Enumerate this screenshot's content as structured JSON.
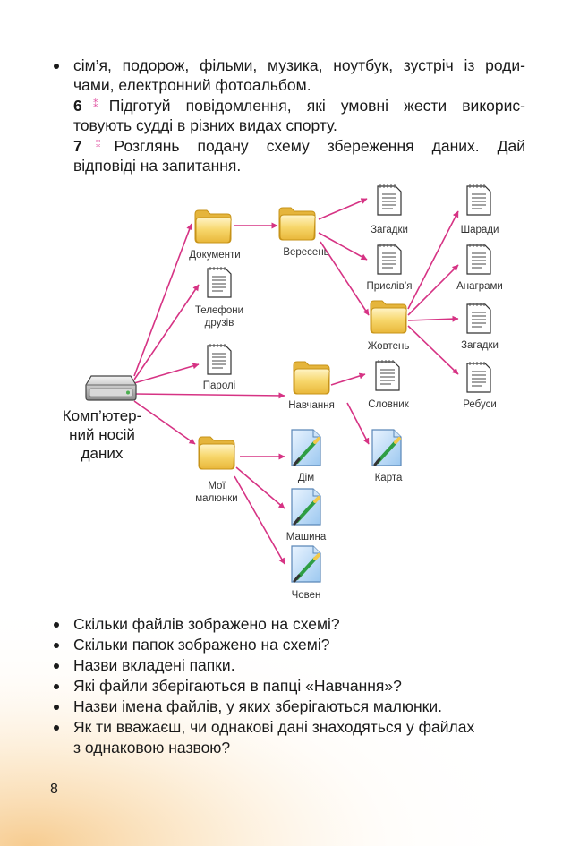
{
  "intro": {
    "line1": "сім’я, подорож, фільми, музика, ноутбук, зустріч із роди-",
    "line2": "чами, електронний фотоальбом."
  },
  "task6": {
    "number": "6",
    "line1": "Підготуй повідомлення, які умовні жести викорис-",
    "line2": "товують судді в різних видах спорту."
  },
  "task7": {
    "number": "7",
    "line1": "Розглянь подану схему збереження даних. Дай",
    "line2": "відповіді на запитання."
  },
  "diagram": {
    "root": {
      "line1": "Комп’ютер-",
      "line2": "ний носій",
      "line3": "даних"
    },
    "documents": "Документи",
    "phones": {
      "line1": "Телефони",
      "line2": "друзів"
    },
    "passwords": "Паролі",
    "study": "Навчання",
    "my_pictures": {
      "line1": "Мої",
      "line2": "малюнки"
    },
    "september": "Вересень",
    "october": "Жовтень",
    "riddles1": "Загадки",
    "proverbs": "Прислів’я",
    "charades": "Шаради",
    "anagrams": "Анаграми",
    "riddles2": "Загадки",
    "rebuses": "Ребуси",
    "dictionary": "Словник",
    "map": "Карта",
    "house": "Дім",
    "car": "Машина",
    "boat": "Човен",
    "arrow_color": "#d63384",
    "folder_color": "#f2c94c"
  },
  "questions": [
    "Скільки файлів зображено на схемі?",
    "Скільки папок зображено на схемі?",
    "Назви вкладені папки.",
    "Які файли зберігаються в папці «Навчання»?",
    "Назви імена файлів, у яких зберігаються малюнки.",
    "Як ти вважаєш, чи однакові дані знаходяться у файлах",
    "з однаковою назвою?"
  ],
  "page_number": "8"
}
